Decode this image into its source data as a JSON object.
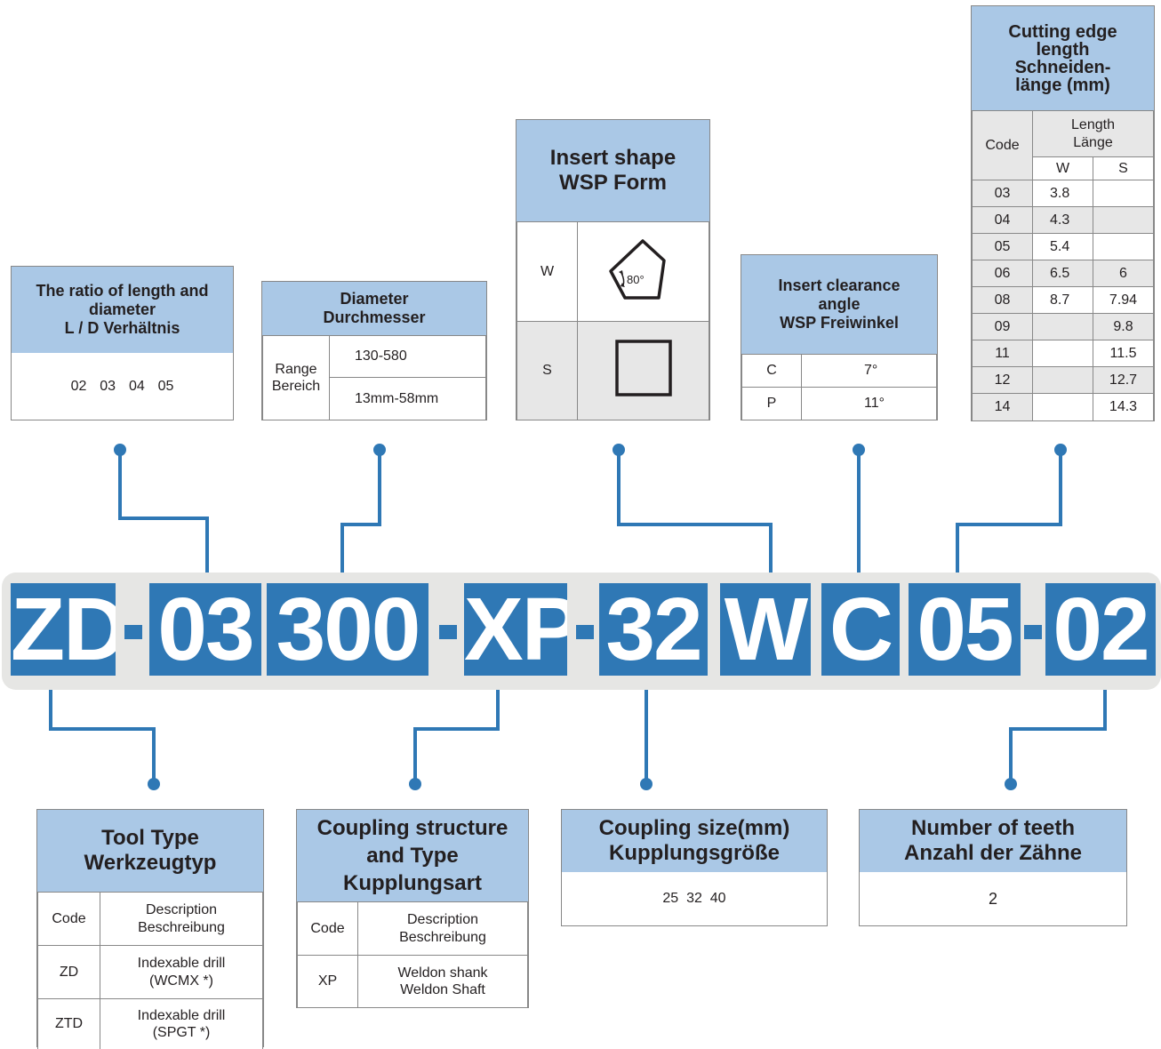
{
  "code_segments": [
    "ZD",
    "03",
    "300",
    "XP",
    "32",
    "W",
    "C",
    "05",
    "02"
  ],
  "ld_box": {
    "title": [
      "The ratio of length and",
      "diameter",
      "L / D Verhältnis"
    ],
    "values": "02  03  04  05"
  },
  "diameter_box": {
    "title": [
      "Diameter",
      "Durchmesser"
    ],
    "range_label": [
      "Range",
      "Bereich"
    ],
    "row1": "130-580",
    "row2": "13mm-58mm"
  },
  "shape_box": {
    "title": [
      "Insert shape",
      "WSP Form"
    ],
    "rows": [
      {
        "code": "W",
        "angle": "80°"
      },
      {
        "code": "S"
      }
    ]
  },
  "clearance_box": {
    "title": [
      "Insert clearance",
      "angle",
      "WSP Freiwinkel"
    ],
    "rows": [
      {
        "code": "C",
        "value": "7°"
      },
      {
        "code": "P",
        "value": "11°"
      }
    ]
  },
  "cutting_box": {
    "title": [
      "Cutting edge",
      "length",
      "Schneiden-",
      "länge (mm)"
    ],
    "code_label": "Code",
    "length_label": [
      "Length",
      "Länge"
    ],
    "col_w": "W",
    "col_s": "S",
    "rows": [
      {
        "code": "03",
        "w": "3.8",
        "s": ""
      },
      {
        "code": "04",
        "w": "4.3",
        "s": ""
      },
      {
        "code": "05",
        "w": "5.4",
        "s": ""
      },
      {
        "code": "06",
        "w": "6.5",
        "s": "6"
      },
      {
        "code": "08",
        "w": "8.7",
        "s": "7.94"
      },
      {
        "code": "09",
        "w": "",
        "s": "9.8"
      },
      {
        "code": "11",
        "w": "",
        "s": "11.5"
      },
      {
        "code": "12",
        "w": "",
        "s": "12.7"
      },
      {
        "code": "14",
        "w": "",
        "s": "14.3"
      }
    ]
  },
  "tooltype_box": {
    "title": [
      "Tool Type",
      "Werkzeugtyp"
    ],
    "code_label": "Code",
    "desc_label": [
      "Description",
      "Beschreibung"
    ],
    "rows": [
      {
        "code": "ZD",
        "desc": [
          "Indexable drill",
          "(WCMX *)"
        ]
      },
      {
        "code": "ZTD",
        "desc": [
          "Indexable drill",
          "(SPGT *)"
        ]
      }
    ]
  },
  "coupling_box": {
    "title": [
      "Coupling structure",
      "and Type",
      "Kupplungsart"
    ],
    "code_label": "Code",
    "desc_label": [
      "Description",
      "Beschreibung"
    ],
    "rows": [
      {
        "code": "XP",
        "desc": [
          "Weldon shank",
          "Weldon Shaft"
        ]
      }
    ]
  },
  "size_box": {
    "title": [
      "Coupling size(mm)",
      "Kupplungsgröße"
    ],
    "values": "25  32  40"
  },
  "teeth_box": {
    "title": [
      "Number of teeth",
      "Anzahl der Zähne"
    ],
    "values": "2"
  },
  "colors": {
    "accent": "#2f78b5",
    "header": "#aac8e6",
    "band": "#e6e6e4",
    "gray_cell": "#e7e7e7"
  }
}
